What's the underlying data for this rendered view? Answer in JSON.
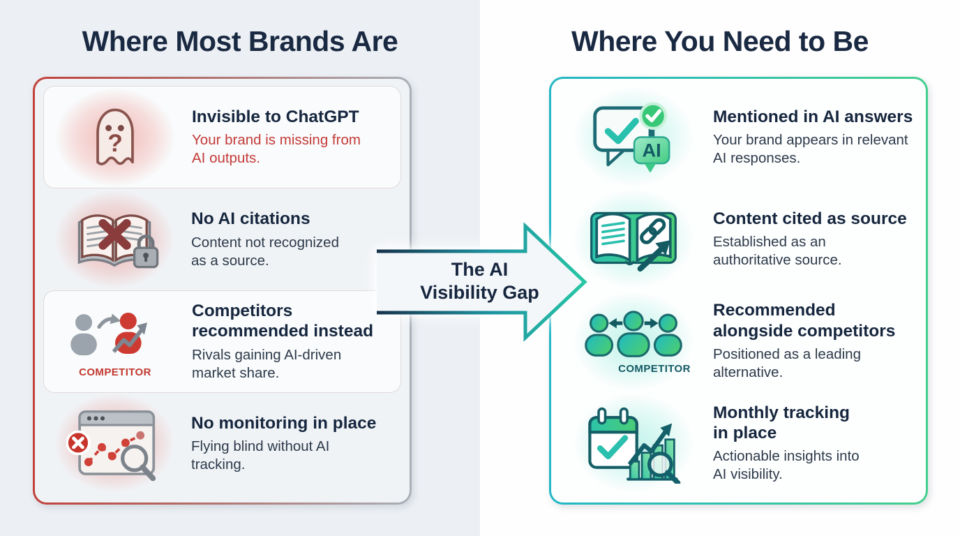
{
  "left": {
    "title": "Where Most Brands Are",
    "items": [
      {
        "icon": "ghost-icon",
        "title": "Invisible to ChatGPT",
        "description": "Your brand is missing from\nAI outputs."
      },
      {
        "icon": "book-x-lock-icon",
        "title": "No AI citations",
        "description": "Content not recognized\nas a source."
      },
      {
        "icon": "competitor-swap-icon",
        "badge": "COMPETITOR",
        "title": "Competitors\nrecommended instead",
        "description": "Rivals gaining AI-driven\nmarket share."
      },
      {
        "icon": "browser-chart-error-icon",
        "title": "No monitoring in place",
        "description": "Flying blind without AI\ntracking."
      }
    ]
  },
  "right": {
    "title": "Where You Need to Be",
    "items": [
      {
        "icon": "chat-ai-check-icon",
        "icon_label": "AI",
        "title": "Mentioned in AI answers",
        "description": "Your brand appears in relevant\nAI responses."
      },
      {
        "icon": "book-link-growth-icon",
        "title": "Content cited as source",
        "description": "Established as an\nauthoritative source."
      },
      {
        "icon": "people-compare-icon",
        "badge": "COMPETITOR",
        "title": "Recommended\nalongside competitors",
        "description": "Positioned as a leading\nalternative."
      },
      {
        "icon": "calendar-growth-search-icon",
        "title": "Monthly tracking\nin place",
        "description": "Actionable insights into\nAI visibility."
      }
    ]
  },
  "center": {
    "label_line1": "The AI",
    "label_line2": "Visibility Gap"
  },
  "colors": {
    "navy_text": "#1a2942",
    "red_accent": "#c3413b",
    "teal_accent": "#23b7c6",
    "green_accent": "#44cf8d",
    "left_background": "#ecf0f4",
    "right_background": "#fefefe"
  }
}
